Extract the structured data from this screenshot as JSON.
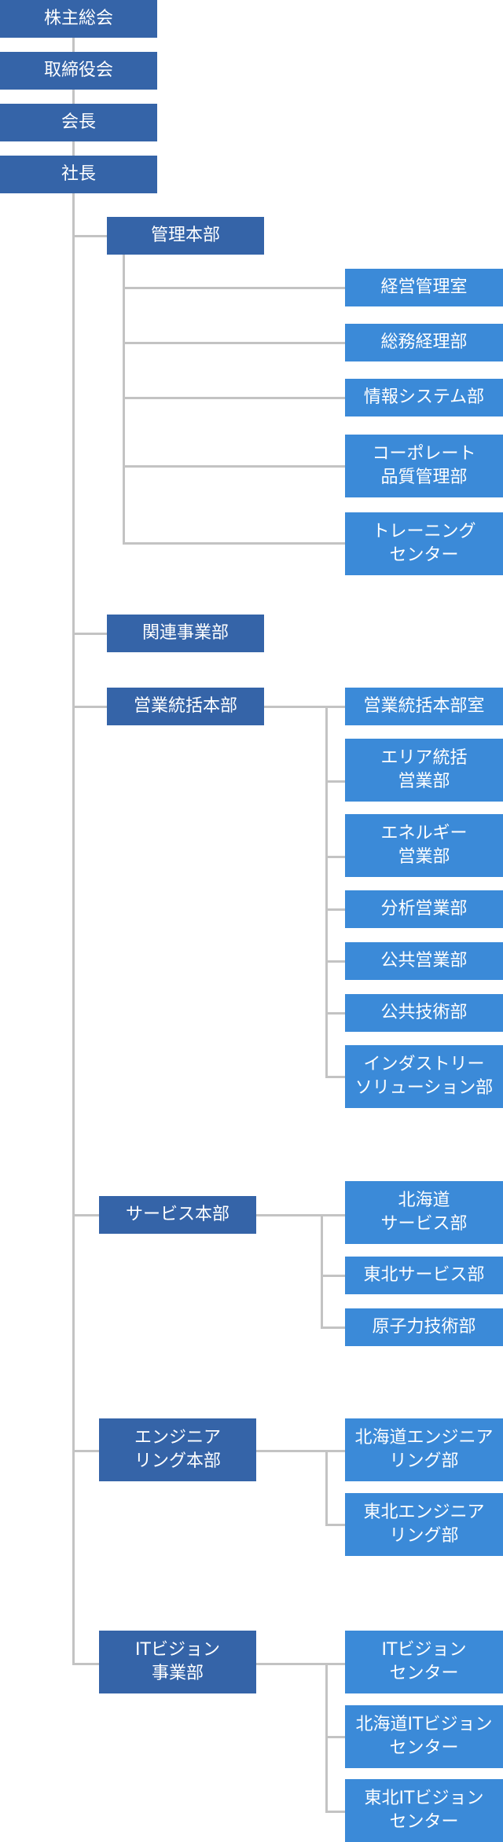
{
  "colors": {
    "executive": "#3564a8",
    "division": "#3564a8",
    "department": "#3b8ad8",
    "connector": "#c3c3c3"
  },
  "executives": [
    "株主総会",
    "取締役会",
    "会長",
    "社長"
  ],
  "divisions": [
    {
      "label": "管理本部",
      "departments": [
        "経営管理室",
        "総務経理部",
        "情報システム部",
        "コーポレート\n品質管理部",
        "トレーニング\nセンター"
      ]
    },
    {
      "label": "関連事業部",
      "departments": []
    },
    {
      "label": "営業統括本部",
      "departments": [
        "営業統括本部室",
        "エリア統括\n営業部",
        "エネルギー\n営業部",
        "分析営業部",
        "公共営業部",
        "公共技術部",
        "インダストリー\nソリューション部"
      ]
    },
    {
      "label": "サービス本部",
      "departments": [
        "北海道\nサービス部",
        "東北サービス部",
        "原子力技術部"
      ]
    },
    {
      "label": "エンジニア\nリング本部",
      "departments": [
        "北海道エンジニア\nリング部",
        "東北エンジニア\nリング部"
      ]
    },
    {
      "label": "ITビジョン\n事業部",
      "departments": [
        "ITビジョン\nセンター",
        "北海道ITビジョン\nセンター",
        "東北ITビジョン\nセンター"
      ]
    }
  ]
}
